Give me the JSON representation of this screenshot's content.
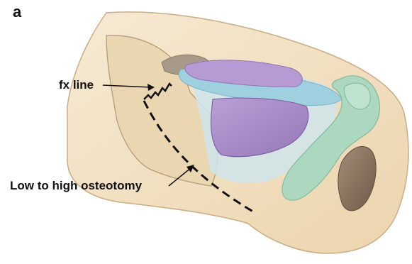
{
  "panel_letter": "a",
  "labels": {
    "fx_line": "fx line",
    "osteotomy": "Low to high osteotomy"
  },
  "colors": {
    "skin": "#f1dfc0",
    "bone": "#e9d6b0",
    "septum": "#c9dfe8",
    "upper_lateral_cartilage": "#9fd0e0",
    "lateral_crus": "#a98cc6",
    "medial_crus": "#a8d8bf",
    "nostril": "#8a7563",
    "outline": "#b59c78",
    "annotation": "#111111"
  }
}
